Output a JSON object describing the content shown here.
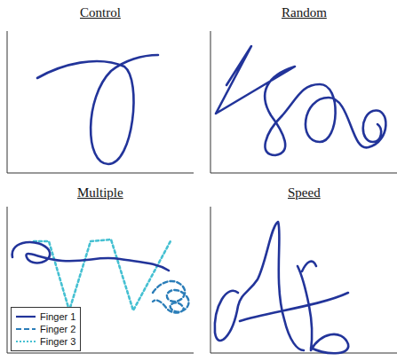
{
  "diagram": {
    "labels": [
      "Control",
      "Random",
      "Multiple",
      "Speed"
    ],
    "legend": [
      {
        "text": "Finger 1"
      },
      {
        "text": "Finger 2"
      },
      {
        "text": "Finger 3"
      }
    ]
  }
}
